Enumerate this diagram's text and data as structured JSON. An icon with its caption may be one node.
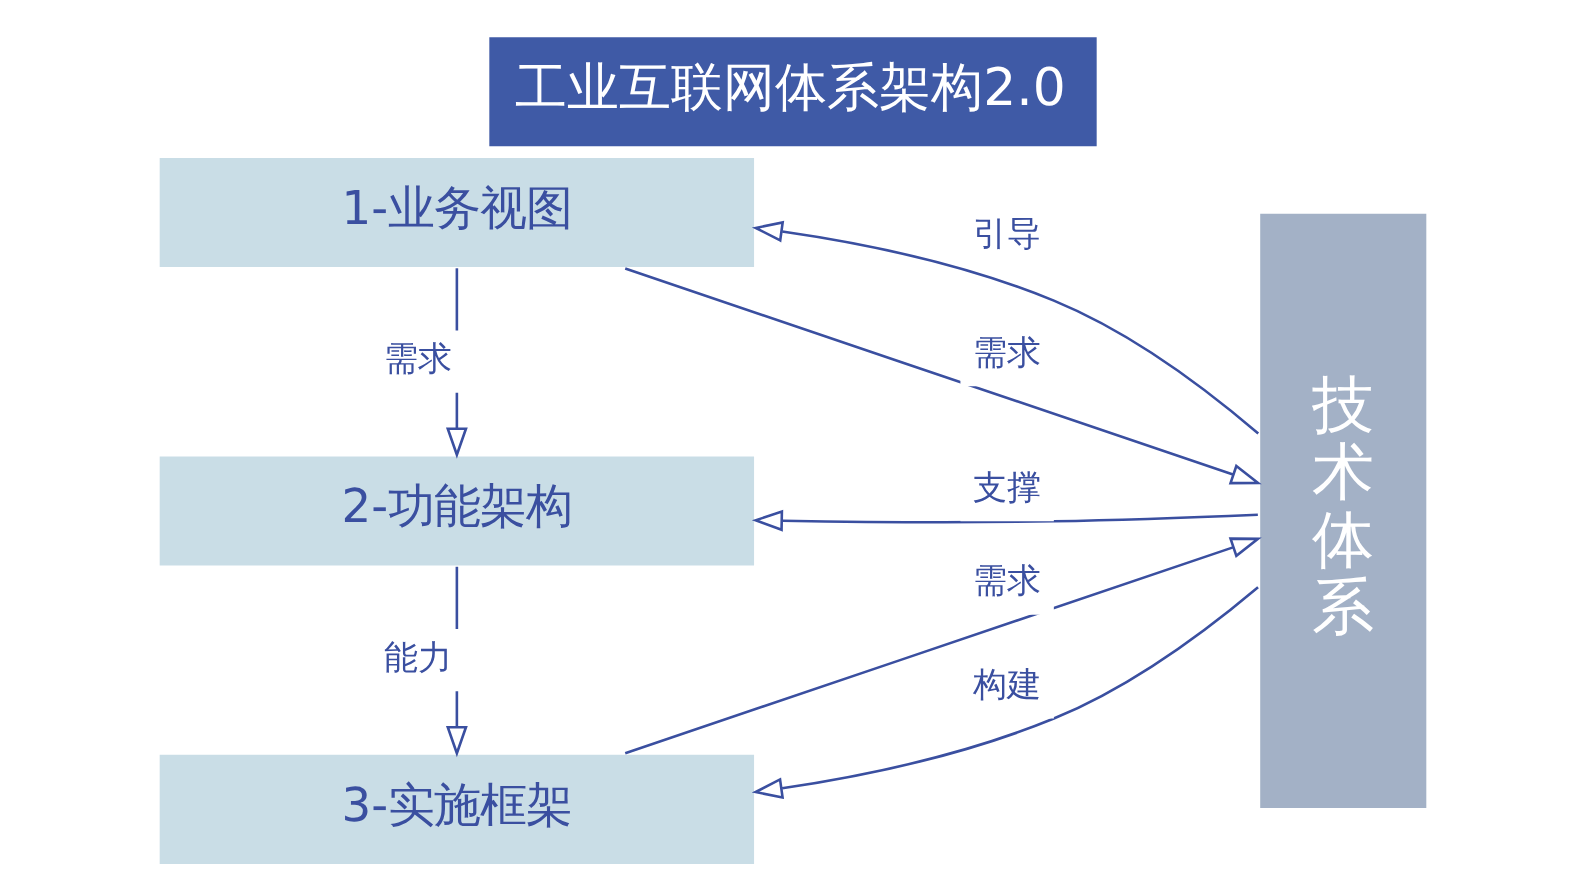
{
  "diagram": {
    "title": "工业互联网体系架构2.0",
    "nodes": [
      {
        "text": [
          "1-业务视图"
        ]
      },
      {
        "text": [
          "2-功能架构"
        ]
      },
      {
        "text": [
          "3-实施框架"
        ]
      },
      {
        "text": [
          "技术体系"
        ]
      }
    ],
    "edges": [
      {
        "from": 0,
        "to": 1,
        "arrow": "to",
        "label": "需求"
      },
      {
        "from": 1,
        "to": 2,
        "arrow": "to",
        "label": "能力"
      },
      {
        "from": 0,
        "to": 3,
        "arrow": "to",
        "label": "需求"
      },
      {
        "from": 3,
        "to": 0,
        "arrow": "to",
        "label": "引导"
      },
      {
        "from": 3,
        "to": 1,
        "arrow": "to",
        "label": "支撑"
      },
      {
        "from": 2,
        "to": 3,
        "arrow": "to",
        "label": "需求"
      },
      {
        "from": 3,
        "to": 2,
        "arrow": "to",
        "label": "构建"
      }
    ]
  }
}
